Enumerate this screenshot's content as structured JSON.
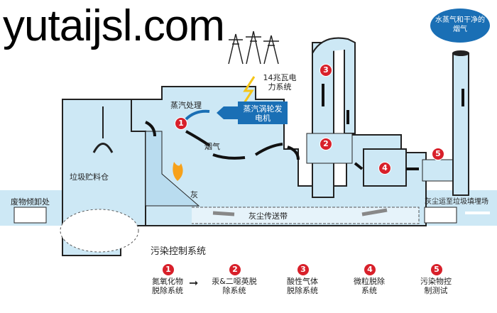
{
  "labels": {
    "storage": "垃圾贮料仓",
    "dumping": "废物倾卸处",
    "steam_treatment": "蒸汽处理",
    "turbine": "蒸汽涡轮发电机",
    "power": "14兆瓦电力系统",
    "flue_gas": "烟气",
    "ash": "灰",
    "conveyor": "灰尘传送带",
    "landfill": "灰尘运至垃圾填埋场",
    "cloud": "水蒸气和干净的烟气"
  },
  "pollution": {
    "title": "污染控制系统",
    "steps": [
      {
        "num": "1",
        "label": "氮氧化物脱除系统"
      },
      {
        "num": "2",
        "label": "汞&二噁英脱除系统"
      },
      {
        "num": "3",
        "label": "酸性气体脱除系统"
      },
      {
        "num": "4",
        "label": "微粒脱除系统"
      },
      {
        "num": "5",
        "label": "污染物控制测试"
      }
    ]
  },
  "watermark": "yutaijsl.com",
  "colors": {
    "water": "#cde8f5",
    "accent": "#1a6fb5",
    "badge": "#d8202a"
  }
}
